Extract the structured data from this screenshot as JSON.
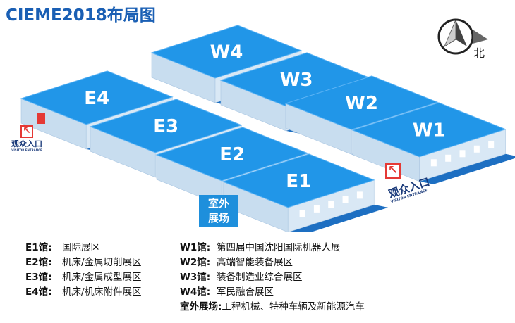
{
  "title": "CIEME2018布局图",
  "halls": [
    {
      "id": "W4",
      "label": "W4"
    },
    {
      "id": "W3",
      "label": "W3"
    },
    {
      "id": "W2",
      "label": "W2"
    },
    {
      "id": "W1",
      "label": "W1"
    },
    {
      "id": "E4",
      "label": "E4"
    },
    {
      "id": "E3",
      "label": "E3"
    },
    {
      "id": "E2",
      "label": "E2"
    },
    {
      "id": "E1",
      "label": "E1"
    }
  ],
  "outdoor_label": {
    "line1": "室外",
    "line2": "展场"
  },
  "entrance_left": {
    "cn": "观众入口",
    "en": "VISITOR ENTRANCE"
  },
  "entrance_right": {
    "cn": "观众入口",
    "en": "VISITOR ENTRANCE"
  },
  "compass": {
    "north_label": "北",
    "icon": "compass-icon"
  },
  "colors": {
    "roof": "#2196e8",
    "wall": "#c8ddef",
    "title": "#1a5fb4",
    "entrance_red": "#e53935"
  },
  "legend_left": [
    {
      "key": "E1馆:",
      "value": "国际展区"
    },
    {
      "key": "E2馆:",
      "value": "机床/金属切削展区"
    },
    {
      "key": "E3馆:",
      "value": "机床/金属成型展区"
    },
    {
      "key": "E4馆:",
      "value": "机床/机床附件展区"
    }
  ],
  "legend_right": [
    {
      "key": "W1馆:",
      "value": "第四届中国沈阳国际机器人展"
    },
    {
      "key": "W2馆:",
      "value": "高端智能装备展区"
    },
    {
      "key": "W3馆:",
      "value": "装备制造业综合展区"
    },
    {
      "key": "W4馆:",
      "value": "军民融合展区"
    },
    {
      "key": "室外展场:",
      "value": "工程机械、特种车辆及新能源汽车"
    }
  ]
}
